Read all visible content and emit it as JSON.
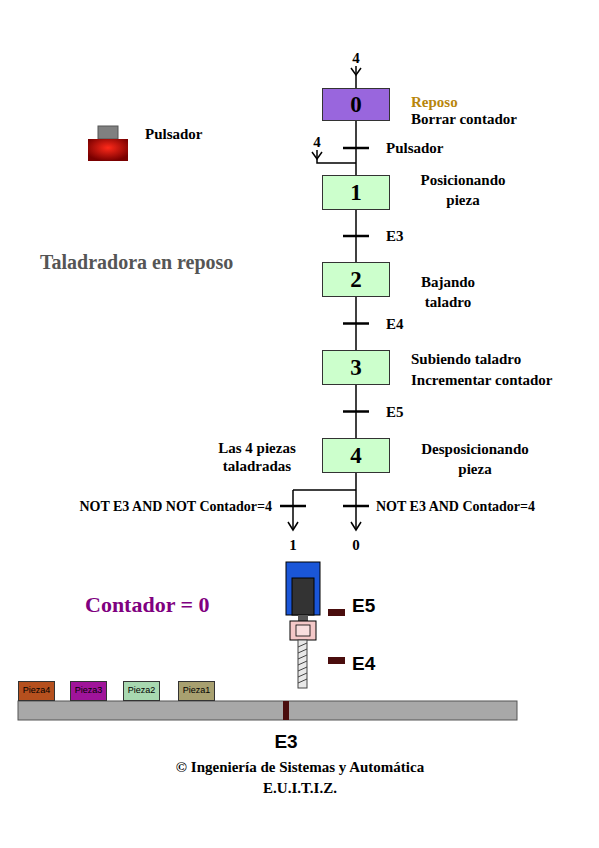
{
  "diagram": {
    "caption": "© Ingeniería de Sistemas y Automática",
    "nodes": [
      {
        "text": [
          "0",
          "Reposo",
          "Borrar contador"
        ]
      },
      {
        "text": [
          "1",
          "Posicionando pieza"
        ]
      },
      {
        "text": [
          "2",
          "Bajando taladro"
        ]
      },
      {
        "text": [
          "3",
          "Subiendo taladro",
          "Incrementar contador"
        ]
      },
      {
        "text": [
          "4",
          "Desposicionando pieza"
        ]
      },
      {
        "text": [
          "Pieza4"
        ]
      },
      {
        "text": [
          "Pieza3"
        ]
      },
      {
        "text": [
          "Pieza2"
        ]
      },
      {
        "text": [
          "Pieza1"
        ]
      }
    ],
    "edges": [
      {
        "from": 0,
        "to": 1,
        "arrow": "none",
        "label": "Pulsador"
      },
      {
        "from": 1,
        "to": 2,
        "arrow": "none",
        "label": "E3"
      },
      {
        "from": 2,
        "to": 3,
        "arrow": "none",
        "label": "E4"
      },
      {
        "from": 3,
        "to": 4,
        "arrow": "none",
        "label": "E5"
      }
    ],
    "labels": [
      "4",
      "Pulsador",
      "4",
      "Taladradora en reposo",
      "Las 4 piezas taladradas",
      "NOT E3 AND NOT Contador=4",
      "NOT E3 AND Contador=4",
      "1",
      "0",
      "Contador = 0",
      "E5",
      "E4",
      "E3",
      "E.U.I.T.I.Z."
    ]
  }
}
